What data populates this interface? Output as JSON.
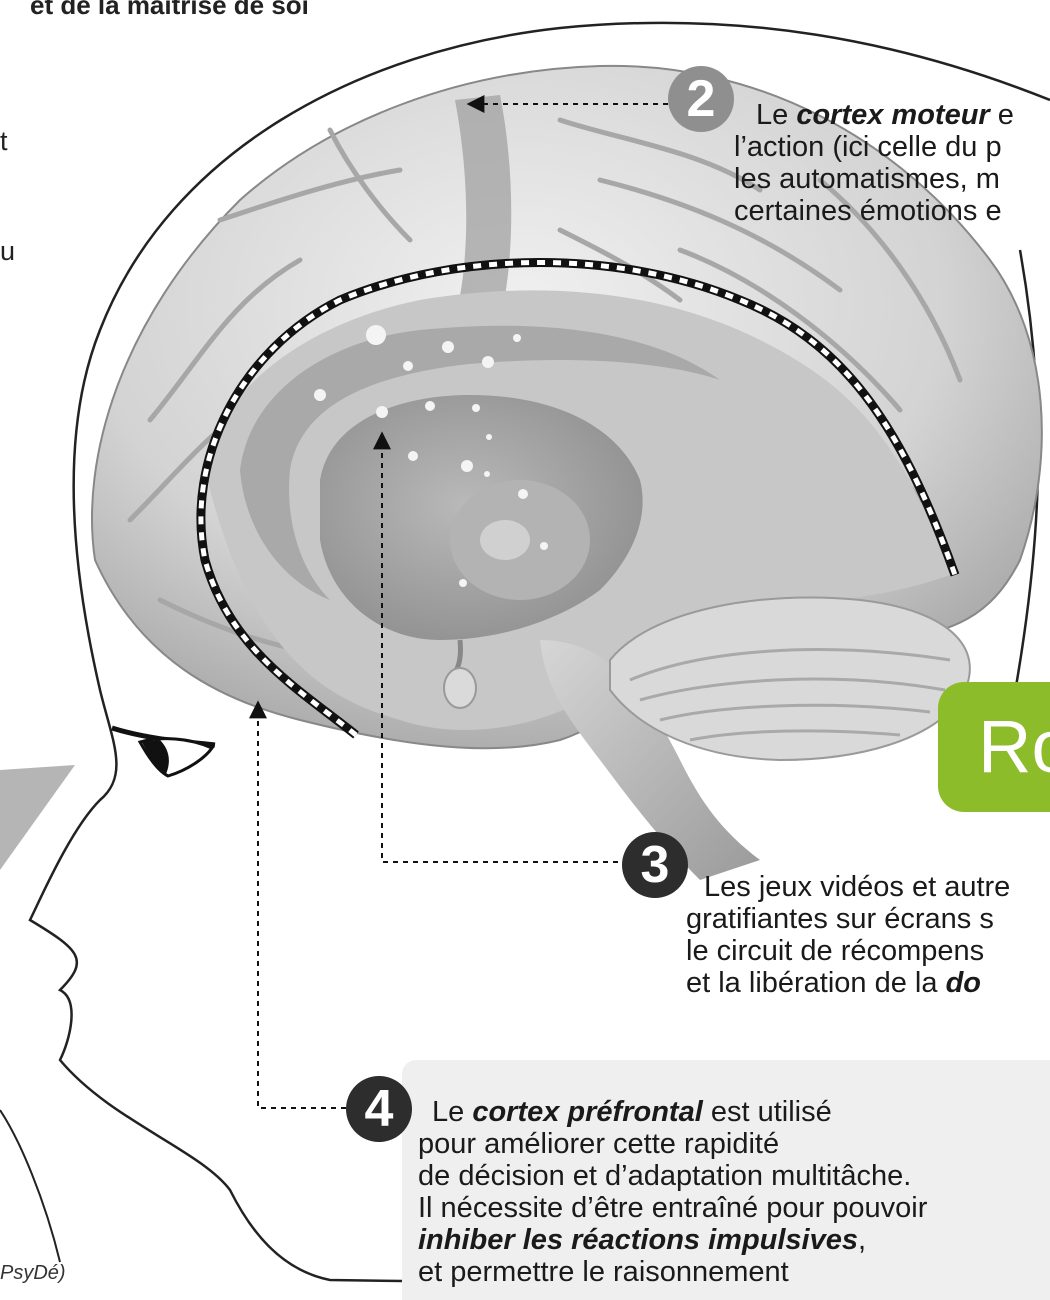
{
  "header_fragment": "et de la maîtrise de soi",
  "left_fragments": [
    "t",
    "u"
  ],
  "callouts": {
    "c2": {
      "number": "2",
      "lines": [
        [
          "Le ",
          "cortex moteur",
          " e"
        ],
        "l’action (ici celle du p",
        "les automatismes, m",
        "certaines émotions e"
      ]
    },
    "c3": {
      "number": "3",
      "lines": [
        "Les jeux vidéos et autre",
        "gratifiantes sur écrans s",
        "le circuit de récompens",
        [
          "et la libération de la ",
          "do"
        ]
      ]
    },
    "c4": {
      "number": "4",
      "lines": [
        [
          "Le ",
          "cortex préfrontal",
          " est utilisé"
        ],
        "pour améliorer cette rapidité",
        "de décision et d’adaptation multitâche.",
        "Il nécessite d’être entraîné pour pouvoir",
        [
          "inhiber les réactions impulsives",
          ","
        ],
        "et permettre le raisonnement"
      ]
    }
  },
  "side_tab": "Ro",
  "credit": "PsyDé)",
  "colors": {
    "accent_green": "#8cbc2a",
    "badge_grey": "#8f8f8f",
    "badge_dark": "#2d2d2d",
    "brain_light": "#d9d9d9",
    "brain_mid": "#a9a9a9"
  }
}
